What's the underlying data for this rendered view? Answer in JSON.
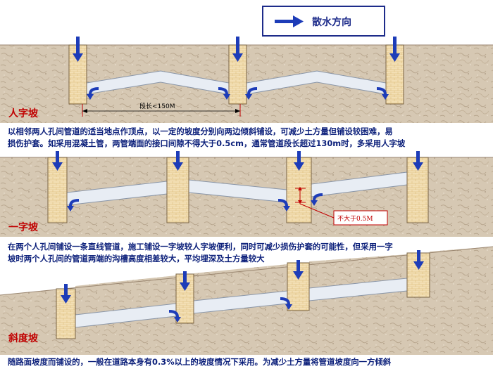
{
  "legend": {
    "label": "散水方向"
  },
  "section1": {
    "tag": "人字坡",
    "dimension_label": "段长<150M",
    "description_lines": [
      "以相邻两人孔间管道的适当地点作顶点，以一定的坡度分别向两边倾斜铺设，可减少土方量但铺设较困难，易",
      "损伤护套。如采用混凝土管，两管端面的接口间隙不得大于0.5cm，通常管道段长超过130m时，多采用人字坡"
    ]
  },
  "section2": {
    "tag": "一字坡",
    "note": "不大于0.5M",
    "description_lines": [
      "在两个人孔间铺设一条直线管道，施工铺设一字坡较人字坡便利，同时可减少损伤护套的可能性，但采用一字",
      "坡时两个人孔间的管道两端的沟槽高度相差较大，平均埋深及土方量较大"
    ]
  },
  "section3": {
    "tag": "斜度坡",
    "description_lines": [
      "随路面坡度而铺设的，一般在道路本身有0.3%以上的坡度情况下采用。为减少土方量将管道坡度向一方倾斜"
    ]
  },
  "colors": {
    "ground": "#d7c9b5",
    "pipe": "#e8edf4",
    "manhole": "#f3dfb4",
    "arrow": "#1d3cb8",
    "tag": "#c00000",
    "text": "#0b1f7a"
  }
}
